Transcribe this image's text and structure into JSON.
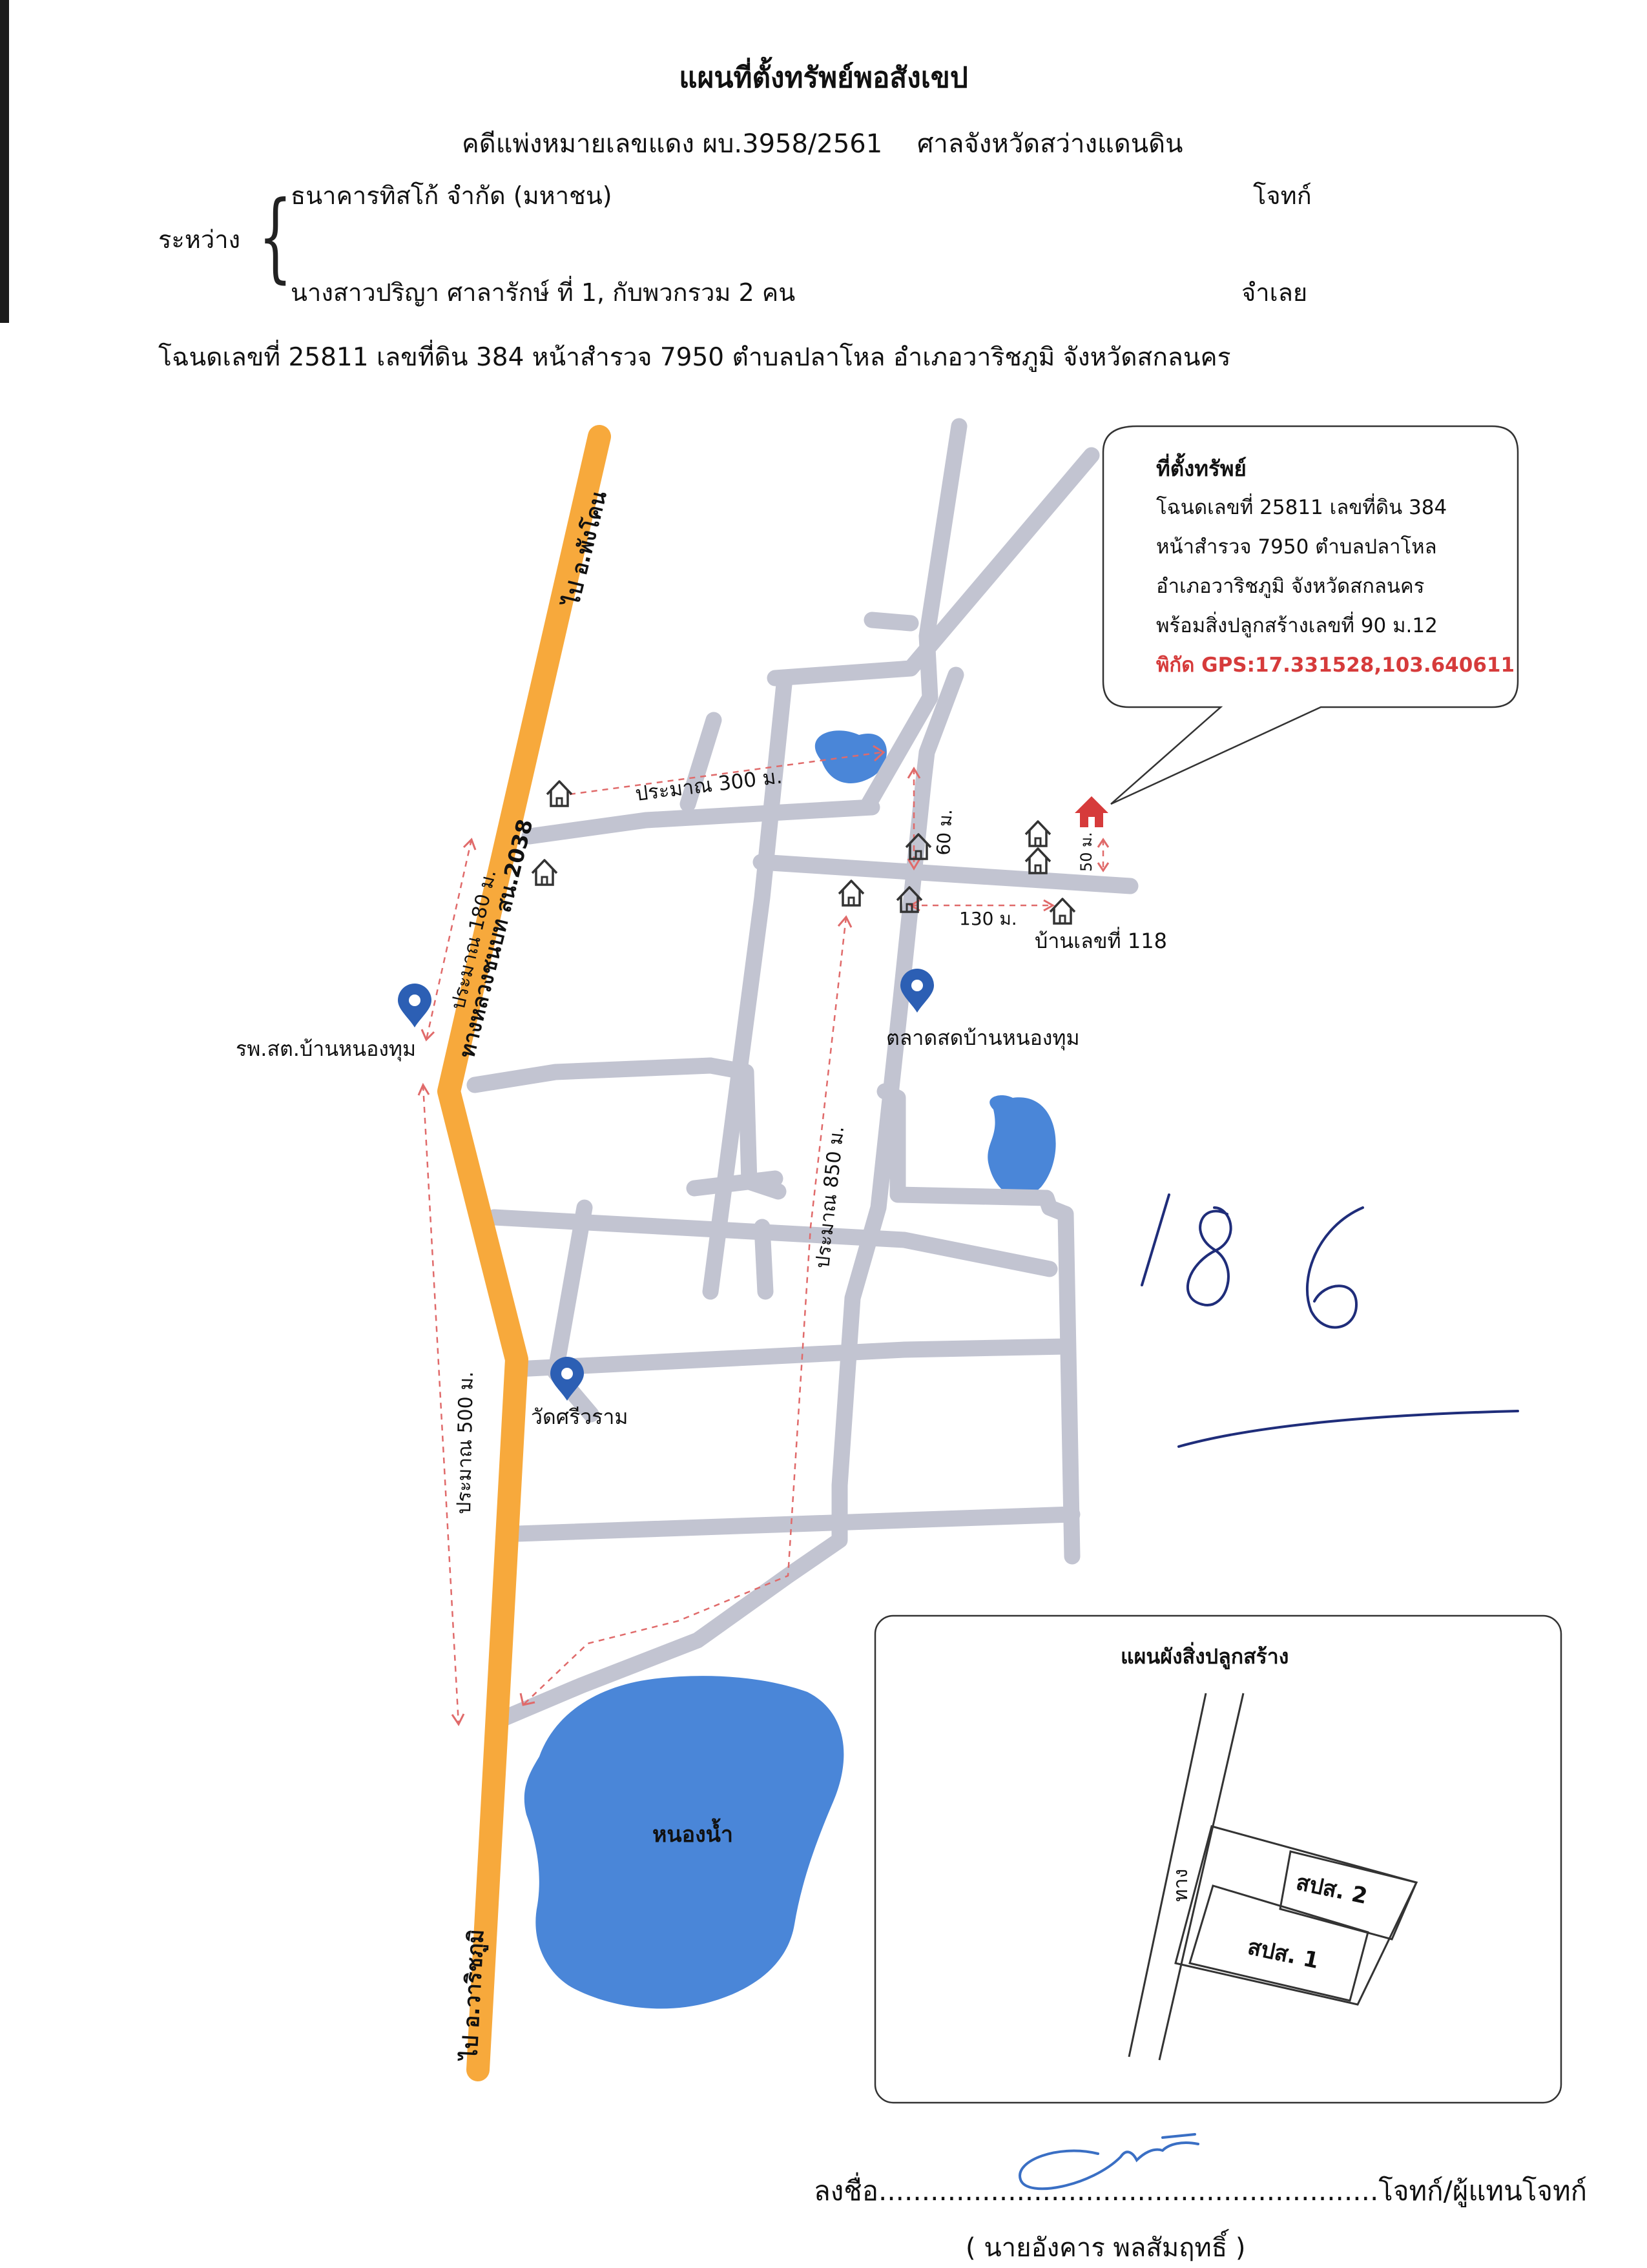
{
  "header": {
    "title": "แผนที่ตั้งทรัพย์พอสังเขป",
    "case_no": "คดีแพ่งหมายเลขแดง ผบ.3958/2561",
    "court": "ศาลจังหวัดสว่างแดนดิน",
    "between_label": "ระหว่าง",
    "plaintiff": "ธนาคารทิสโก้ จำกัด (มหาชน)",
    "plaintiff_role": "โจทก์",
    "defendant": "นางสาวปริญา ศาลารักษ์ ที่ 1, กับพวกรวม 2 คน",
    "defendant_role": "จำเลย",
    "deed_line": "โฉนดเลขที่ 25811 เลขที่ดิน 384 หน้าสำรวจ 7950 ตำบลปลาโหล อำเภอวาริชภูมิ  จังหวัดสกลนคร"
  },
  "callout": {
    "title": "ที่ตั้งทรัพย์",
    "line1": "โฉนดเลขที่ 25811 เลขที่ดิน 384",
    "line2": "หน้าสำรวจ 7950 ตำบลปลาโหล",
    "line3": "อำเภอวาริชภูมิ  จังหวัดสกลนคร",
    "line4": "พร้อมสิ่งปลูกสร้างเลขที่  90 ม.12",
    "gps": "พิกัด GPS:17.331528,103.640611"
  },
  "map_labels": {
    "to_north": "ไป อ.พังโคน",
    "to_south": "ไป อ.วาริชภูมิ",
    "highway": "ทางหลวงชนบท สน.2038",
    "dist_300": "ประมาณ 300 ม.",
    "dist_180": "ประมาณ 180 ม.",
    "dist_850": "ประมาณ 850 ม.",
    "dist_500": "ประมาณ 500 ม.",
    "dist_60": "60 ม.",
    "dist_50": "50 ม.",
    "dist_130": "130 ม.",
    "house_118": "บ้านเลขที่ 118",
    "hospital": "รพ.สต.บ้านหนองทุม",
    "market": "ตลาดสดบ้านหนองทุม",
    "temple": "วัดศรีวราม",
    "pond": "หนองน้ำ"
  },
  "inset": {
    "title": "แผนผังสิ่งปลูกสร้าง",
    "road": "ทาง",
    "building1": "สปส. 1",
    "building2": "สปส. 2"
  },
  "handwritten_number": "186",
  "signature": {
    "sign_line": "ลงชื่อ..........................................................โจทก์/ผู้แทนโจทก์",
    "name": "( นายอังคาร พลสัมฤทธิ์ )"
  },
  "colors": {
    "road_gray": "#c2c4d1",
    "highway_orange": "#f7a93c",
    "water_blue": "#4a86d8",
    "pin_blue": "#2c5fb4",
    "target_red": "#d63b3b",
    "dash_red": "#e06a6a"
  },
  "icons": [
    "house-icon",
    "target-house-icon",
    "location-pin-icon"
  ]
}
